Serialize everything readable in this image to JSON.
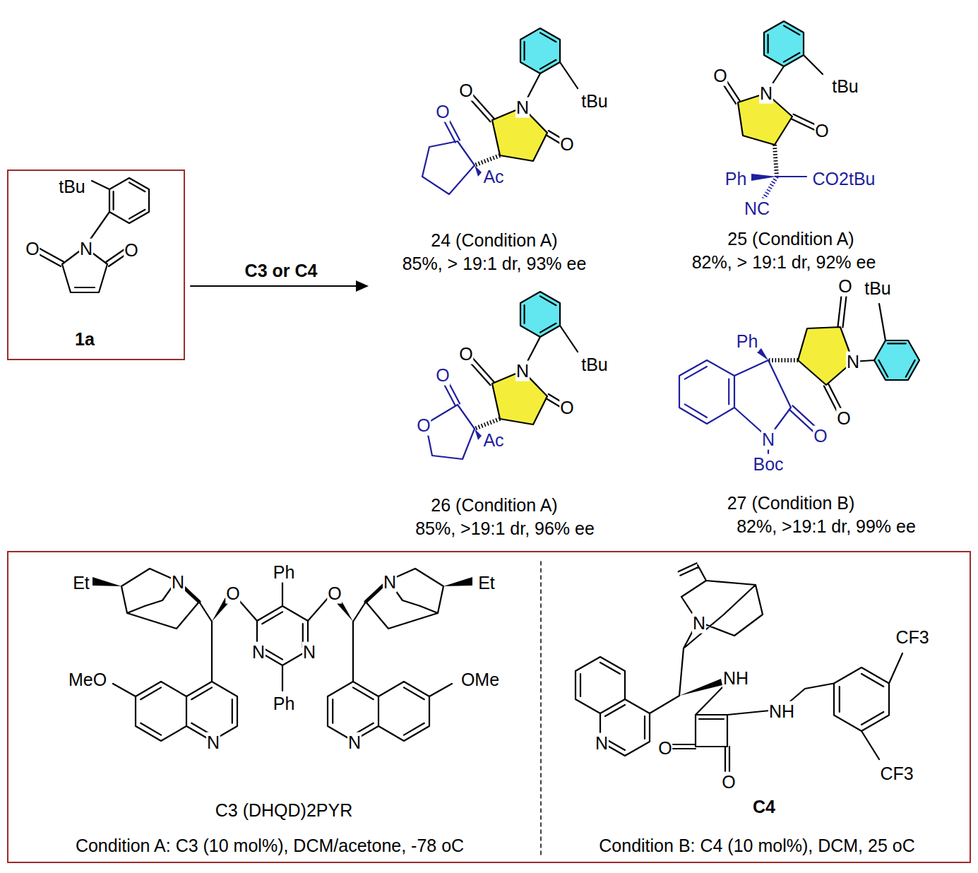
{
  "diagram": {
    "nodes": [
      {
        "text": [
          "tBu",
          "O",
          "N",
          "O",
          "1a"
        ]
      },
      {
        "text": [
          "Et",
          "N",
          "O",
          "Ph",
          "O",
          "N",
          "Et",
          "MeO",
          "N",
          "N",
          "OMe",
          "N",
          "N",
          "Ph",
          "C3 (DHQD)2PYR",
          "Condition A: C3 (10 mol%), DCM/acetone, -78 oC",
          "N",
          "NH",
          "CF3",
          "N",
          "O",
          "NH",
          "O",
          "CF3",
          "C4",
          "Condition B: C4 (10 mol%), DCM, 25 oC"
        ]
      }
    ],
    "labels": [
      "C3 or C4",
      "O",
      "O",
      "N",
      "tBu",
      "Ac",
      "O",
      "24 (Condition A)",
      "85%, > 19:1 dr, 93% ee",
      "O",
      "N",
      "tBu",
      "O",
      "Ph",
      "CO2tBu",
      "NC",
      "25 (Condition A)",
      "82%, > 19:1 dr, 92% ee",
      "O",
      "O",
      "N",
      "tBu",
      "O",
      "O",
      "Ac",
      "26 (Condition A)",
      "85%, >19:1 dr, 96% ee",
      "O",
      "tBu",
      "Ph",
      "N",
      "O",
      "O",
      "N",
      "Boc",
      "27 (Condition B)",
      "82%, >19:1 dr, 99% ee"
    ]
  }
}
